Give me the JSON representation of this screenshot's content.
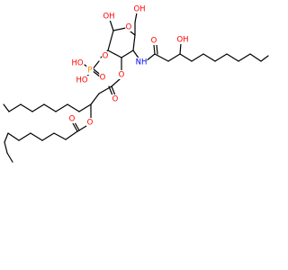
{
  "colors": {
    "bond": "#000000",
    "O": "#ff0000",
    "N": "#0000ff",
    "P": "#ff8000",
    "background": "#ffffff"
  },
  "atoms": {
    "o_ring": "O",
    "oh_anomeric": "OH",
    "oh_ch2": "OH",
    "nh": "NH",
    "o_amide": "O",
    "oh_side": "OH",
    "o_phos_link": "O",
    "p": "P",
    "oh_p1": "HO",
    "oh_p2": "HO",
    "o_p_double": "O",
    "o_ester3": "O",
    "o_ester3_co": "O",
    "o_acyl": "O",
    "o_acyl_co": "O"
  }
}
